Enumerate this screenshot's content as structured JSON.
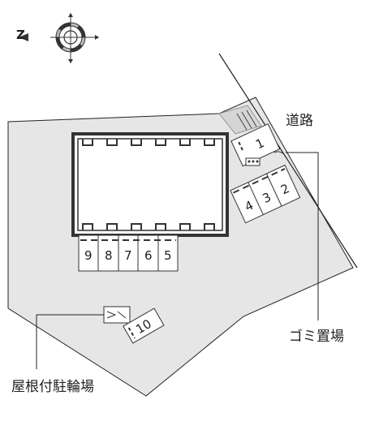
{
  "compass": {
    "north_letter": "Z",
    "icon": "compass-rose-icon"
  },
  "labels": {
    "road": "道路",
    "garbage": "ゴミ置場",
    "covered_bike_parking": "屋根付駐輪場"
  },
  "parking_spaces": {
    "top_right": [
      "1"
    ],
    "right_row": [
      "4",
      "3",
      "2"
    ],
    "bottom_row": [
      "9",
      "8",
      "7",
      "6",
      "5"
    ],
    "bike": [
      "10"
    ]
  },
  "colors": {
    "lot_fill": "#e6e6e6",
    "building_outline": "#333333",
    "road_line": "#333333"
  }
}
